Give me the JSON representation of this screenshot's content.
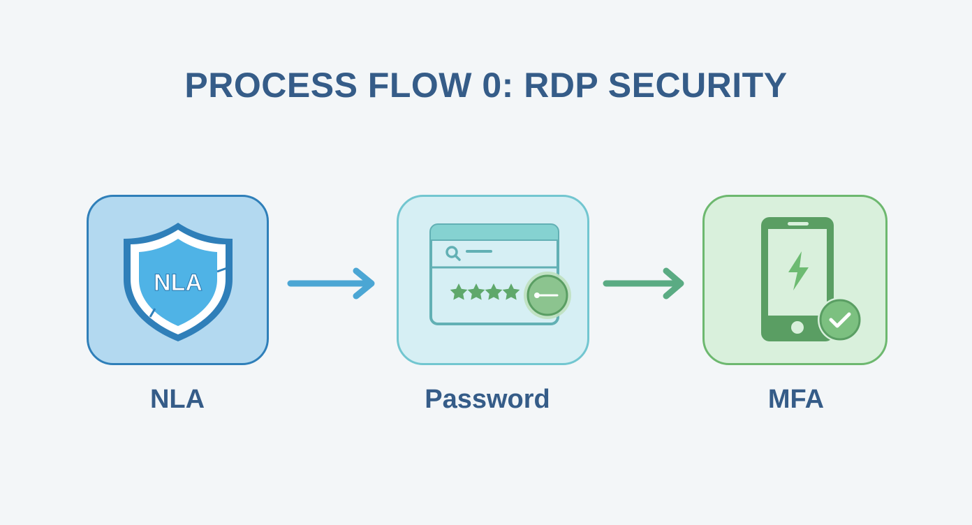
{
  "title": "PROCESS FLOW 0: RDP SECURITY",
  "steps": [
    {
      "label": "NLA",
      "icon": "shield-icon",
      "icon_text": "NLA",
      "colors": {
        "fill": "#b3d9f0",
        "border": "#2f7fb9",
        "accent": "#4fb3e6"
      }
    },
    {
      "label": "Password",
      "icon": "password-window-icon",
      "colors": {
        "fill": "#d6eff4",
        "border": "#72c6d0",
        "accent": "#5fa86b"
      }
    },
    {
      "label": "MFA",
      "icon": "mobile-phone-check-icon",
      "colors": {
        "fill": "#d9f0dc",
        "border": "#6db86f",
        "accent": "#5a9e63"
      }
    }
  ],
  "connectors": [
    {
      "from": "NLA",
      "to": "Password",
      "color": "#4ba6d4",
      "icon": "arrow-right-icon"
    },
    {
      "from": "Password",
      "to": "MFA",
      "color": "#5aab83",
      "icon": "arrow-right-icon"
    }
  ],
  "colors": {
    "background": "#f3f6f8",
    "text": "#355c88"
  }
}
